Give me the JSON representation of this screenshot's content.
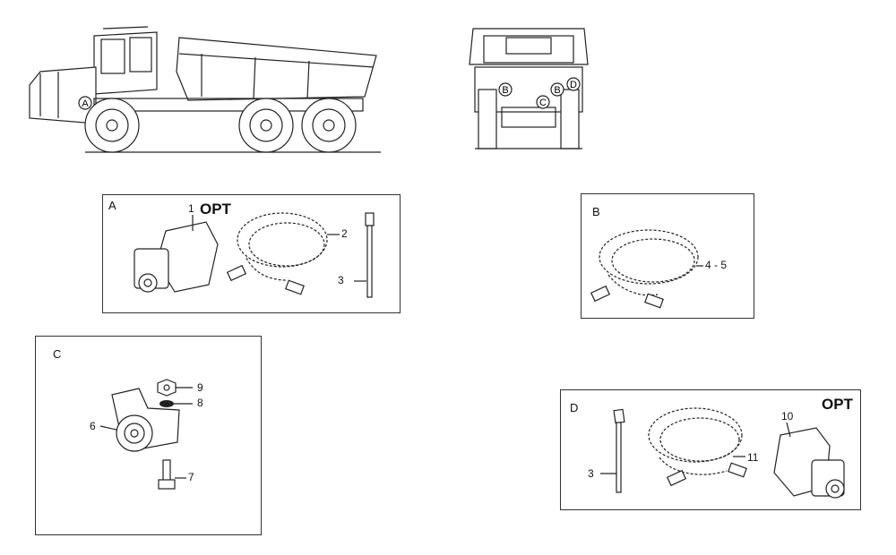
{
  "truck_callouts": {
    "a": "A",
    "b1": "B",
    "c": "C",
    "b2": "B",
    "d": "D"
  },
  "panel_a": {
    "title": "A",
    "opt": "OPT",
    "p1": "1",
    "p2": "2",
    "p3": "3"
  },
  "panel_b": {
    "title": "B",
    "p45": "4 - 5"
  },
  "panel_c": {
    "title": "C",
    "p6": "6",
    "p7": "7",
    "p8": "8",
    "p9": "9"
  },
  "panel_d": {
    "title": "D",
    "opt": "OPT",
    "p3": "3",
    "p10": "10",
    "p11": "11"
  }
}
